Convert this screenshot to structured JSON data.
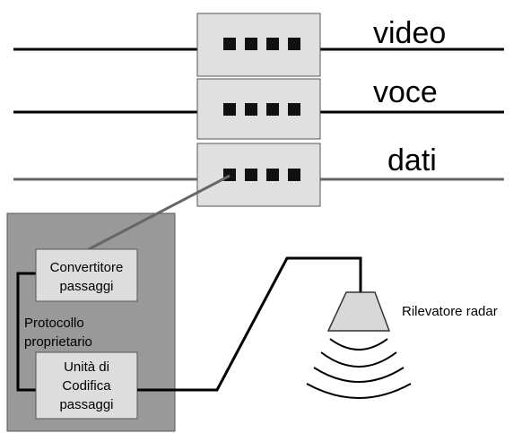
{
  "networks": {
    "video": {
      "label": "video"
    },
    "voce": {
      "label": "voce"
    },
    "dati": {
      "label": "dati"
    }
  },
  "colors": {
    "line_black": "#000000",
    "line_gray": "#666666",
    "switch_fill": "#e0e0e0",
    "port_fill": "#111111",
    "enclosure_fill": "#999999",
    "module_fill": "#dddddd",
    "radar_fill": "#d8d8d8"
  },
  "converter": {
    "line1": "Convertitore",
    "line2": "passaggi"
  },
  "protocol": {
    "line1": "Protocollo",
    "line2": "proprietario"
  },
  "encoder": {
    "line1": "Unità di",
    "line2": "Codifica",
    "line3": "passaggi"
  },
  "radar": {
    "label": "Rilevatore radar"
  }
}
